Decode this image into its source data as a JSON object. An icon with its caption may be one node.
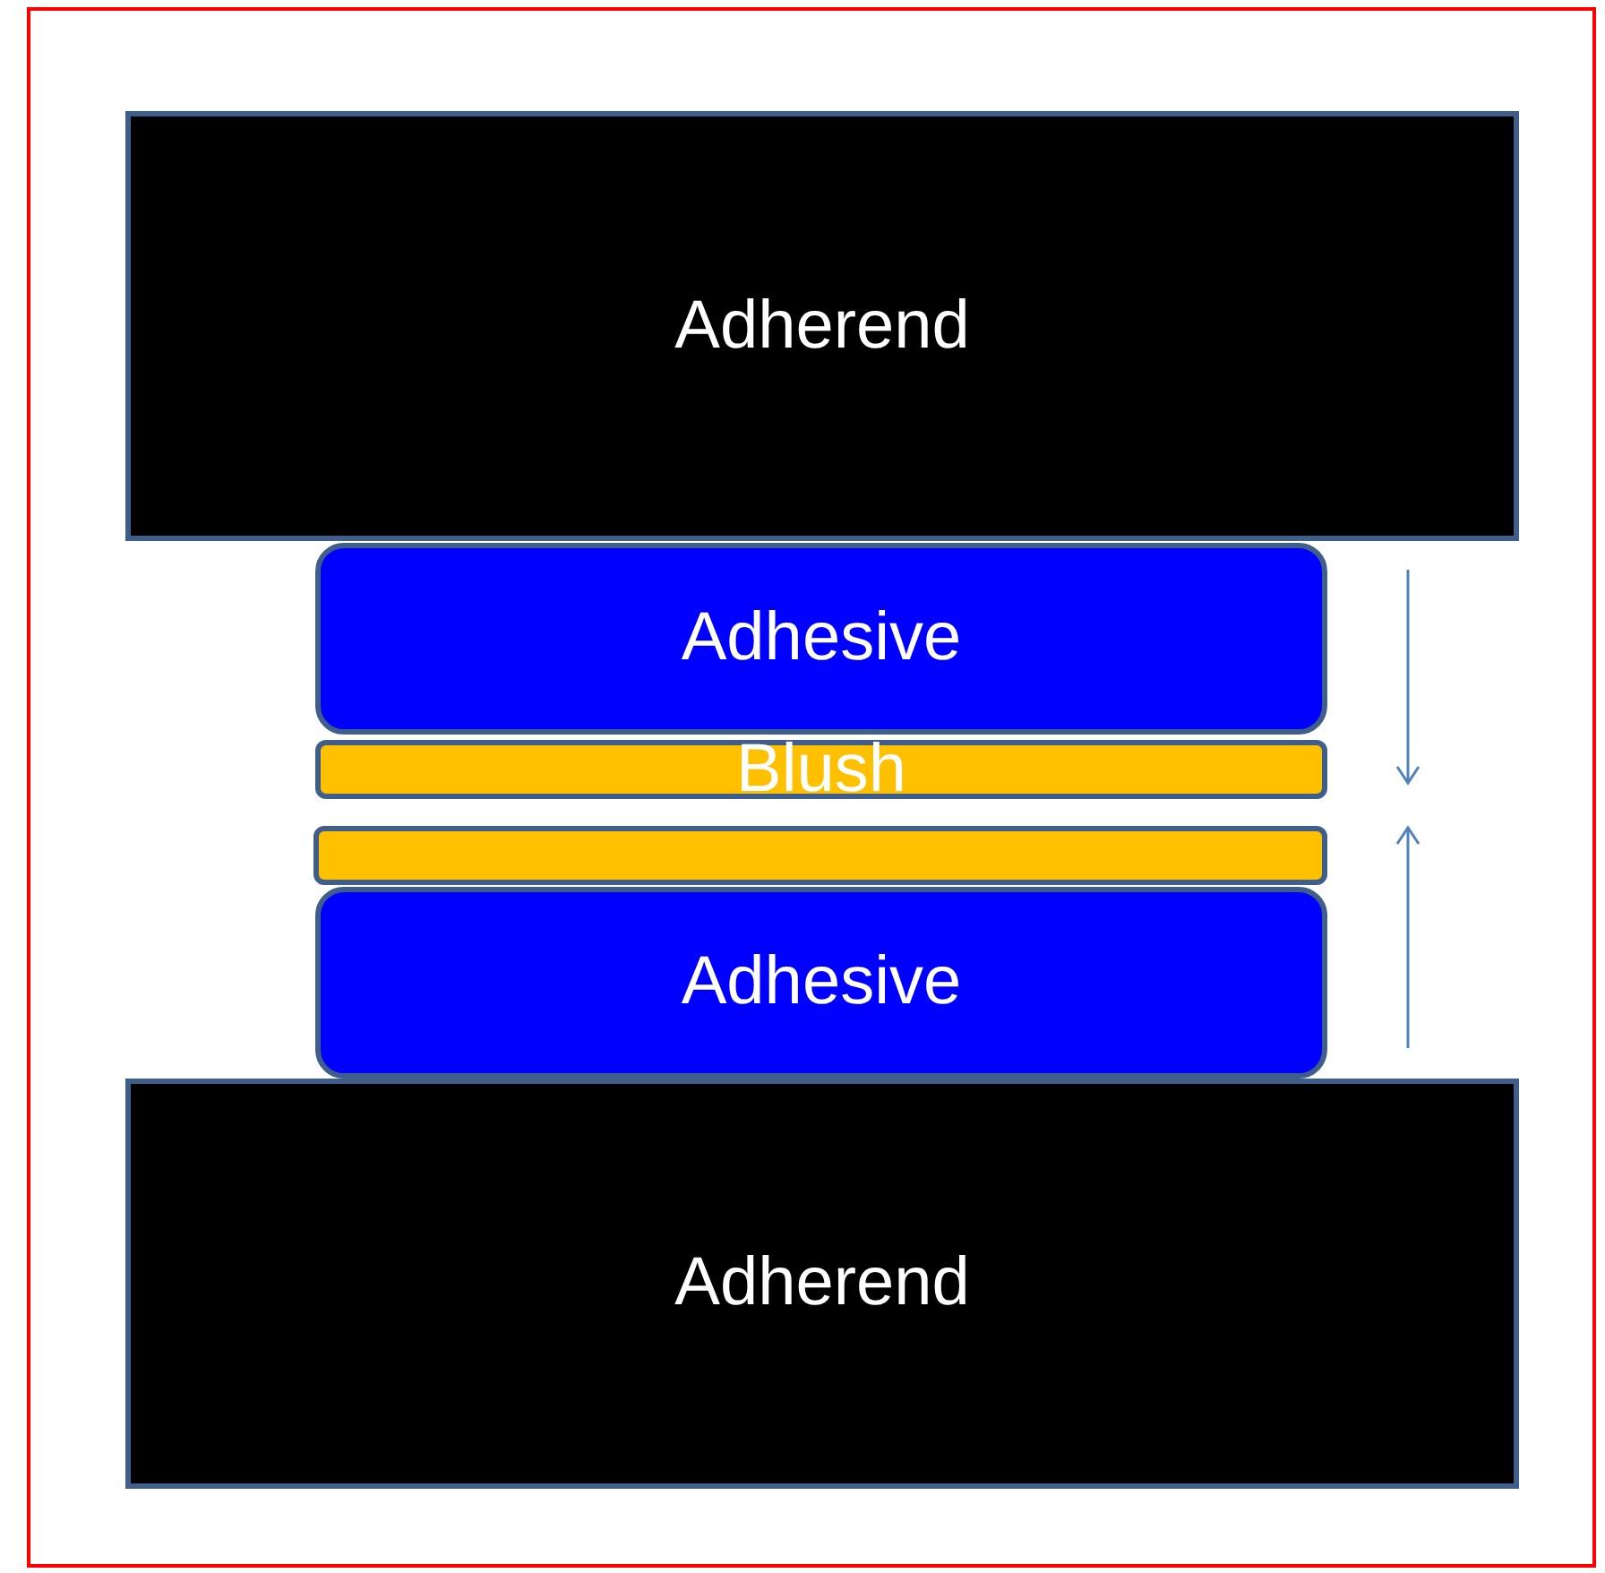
{
  "diagram": {
    "nodes": [
      {
        "text": [
          "Adherend"
        ]
      },
      {
        "text": [
          "Adhesive"
        ]
      },
      {
        "text": [
          "Blush"
        ]
      },
      {
        "text": [],
        "shape": "bar"
      },
      {
        "text": [
          "Adhesive"
        ]
      },
      {
        "text": [
          "Adherend"
        ]
      }
    ]
  }
}
